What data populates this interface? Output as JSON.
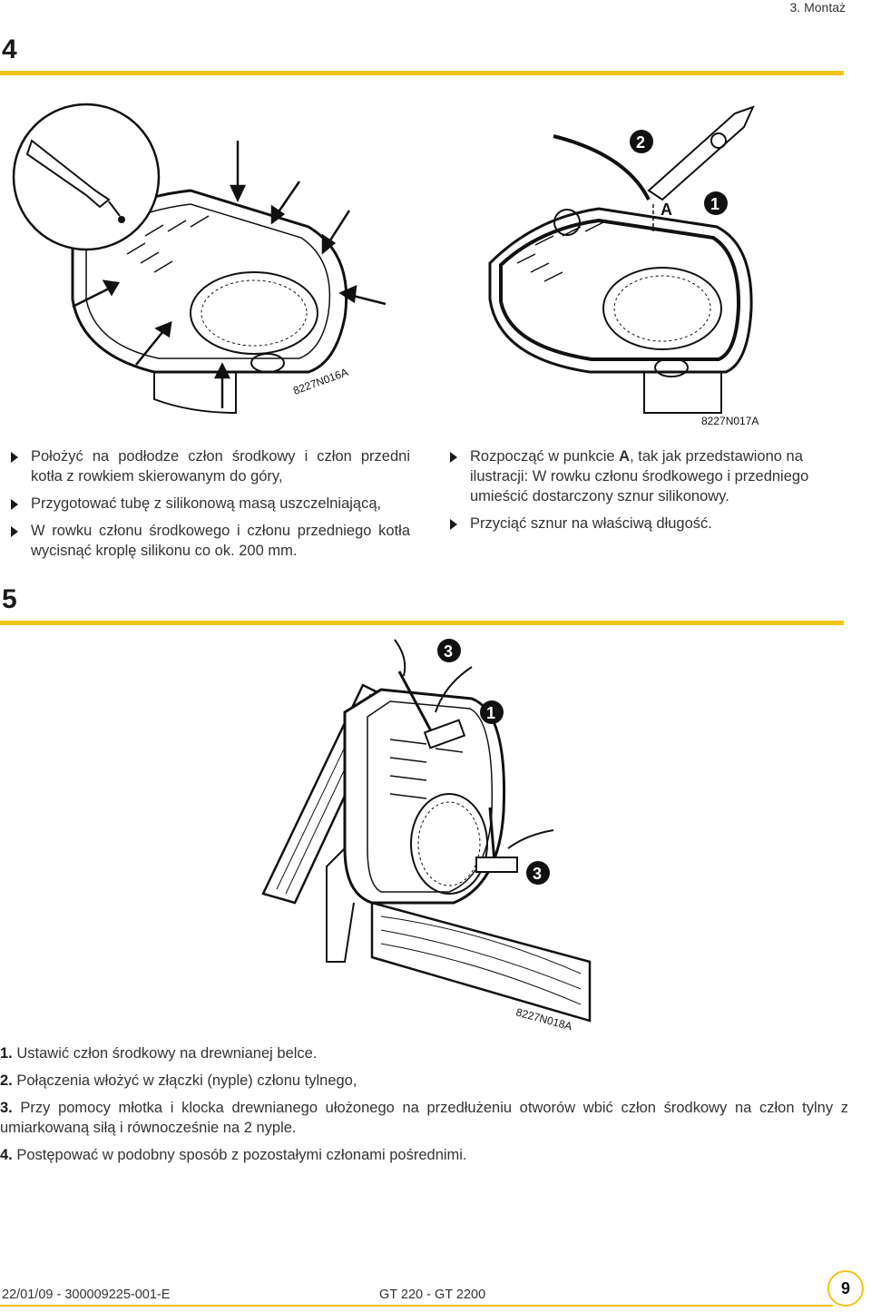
{
  "header": {
    "chapter": "3. Montaż"
  },
  "step4": {
    "number": "4",
    "figure_left": {
      "code": "8227N016A"
    },
    "figure_right": {
      "code": "8227N017A",
      "callout_1": "1",
      "callout_2": "2",
      "point_label": "A"
    },
    "left_bullets": [
      "Położyć na podłodze człon środkowy i człon przedni kotła z rowkiem skierowanym do góry,",
      "Przygotować tubę z silikonową masą uszczelniającą,",
      "W rowku członu środkowego i członu przedniego kotła wycisnąć kroplę silikonu co ok. 200 mm."
    ],
    "right_bullets": {
      "first_pre": "Rozpocząć w punkcie ",
      "first_bold": "A",
      "first_post": ", tak jak przedstawiono na ilustracji: W rowku członu środkowego i przedniego umieścić dostarczony sznur silikonowy.",
      "second": "Przyciąć sznur na właściwą długość."
    }
  },
  "step5": {
    "number": "5",
    "figure": {
      "code": "8227N018A",
      "callout_top": "3",
      "callout_mid": "1",
      "callout_bottom": "3"
    },
    "items": [
      {
        "num": "1.",
        "text": "Ustawić człon środkowy na drewnianej belce."
      },
      {
        "num": "2.",
        "text": "Połączenia  włożyć w złączki (nyple) członu tylnego,"
      },
      {
        "num": "3.",
        "text": "Przy pomocy młotka i klocka drewnianego ułożonego na przedłużeniu otworów wbić człon środkowy na człon tylny z umiarkowaną siłą i równocześnie na 2 nyple."
      },
      {
        "num": "4.",
        "text": "Postępować w podobny sposób z pozostałymi członami pośrednimi."
      }
    ]
  },
  "footer": {
    "doc_ref": "22/01/09 - 300009225-001-E",
    "model": "GT 220 - GT 2200",
    "page": "9"
  },
  "colors": {
    "accent": "#f2c318",
    "text": "#1a1a1a"
  }
}
